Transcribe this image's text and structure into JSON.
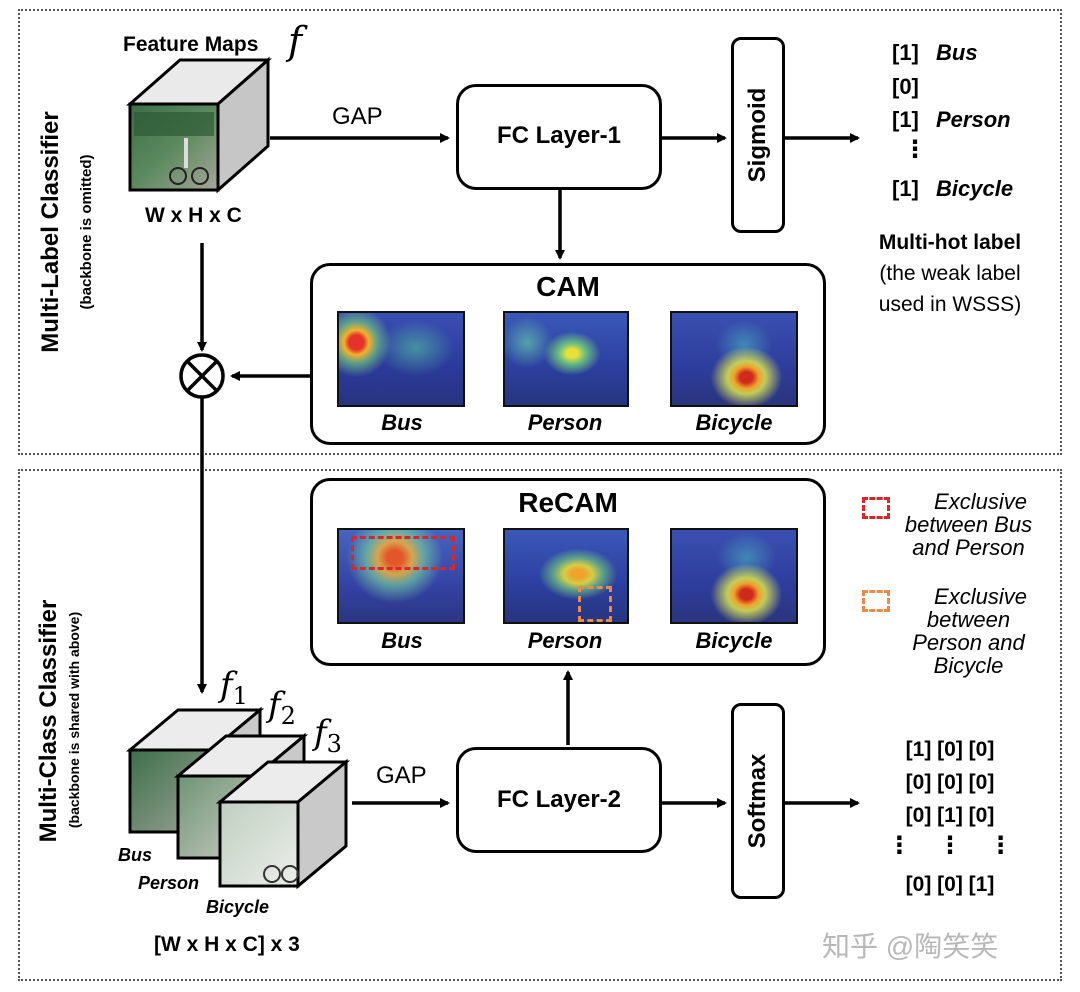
{
  "top": {
    "side_title": "Multi-Label Classifier",
    "side_subtitle": "(backbone is omitted)",
    "feature_maps_label": "Feature Maps",
    "feature_symbol": "f",
    "dims_label": "W x H x C",
    "gap_label": "GAP",
    "fc_label": "FC Layer-1",
    "sigmoid_label": "Sigmoid",
    "outputs": [
      {
        "value": "[1]",
        "name": "Bus"
      },
      {
        "value": "[0]",
        "name": ""
      },
      {
        "value": "[1]",
        "name": "Person"
      },
      {
        "value": "⋮",
        "name": ""
      },
      {
        "value": "[1]",
        "name": "Bicycle"
      }
    ],
    "multi_hot_title": "Multi-hot label",
    "multi_hot_desc_1": "(the weak label",
    "multi_hot_desc_2": "used in WSSS)",
    "cam_title": "CAM",
    "cam_labels": [
      "Bus",
      "Person",
      "Bicycle"
    ]
  },
  "bottom": {
    "side_title": "Multi-Class Classifier",
    "side_subtitle": "(backbone is shared with above)",
    "recam_title": "ReCAM",
    "recam_labels": [
      "Bus",
      "Person",
      "Bicycle"
    ],
    "legend": [
      {
        "lines": [
          "Exclusive",
          "between Bus",
          "and Person"
        ],
        "color": "#d9262a"
      },
      {
        "lines": [
          "Exclusive",
          "between",
          "Person and",
          "Bicycle"
        ],
        "color": "#e88a4a"
      }
    ],
    "f_sub_labels": [
      "1",
      "2",
      "3"
    ],
    "stack_labels": [
      "Bus",
      "Person",
      "Bicycle"
    ],
    "dims_label": "[W x H x C] x 3",
    "gap_label": "GAP",
    "fc_label": "FC Layer-2",
    "softmax_label": "Softmax",
    "matrix_rows": [
      "[1] [0] [0]",
      "[0] [0] [0]",
      "[0] [1] [0]",
      "⋮    ⋮    ⋮",
      "[0] [0] [1]"
    ]
  },
  "watermark": "知乎 @陶笑笑"
}
